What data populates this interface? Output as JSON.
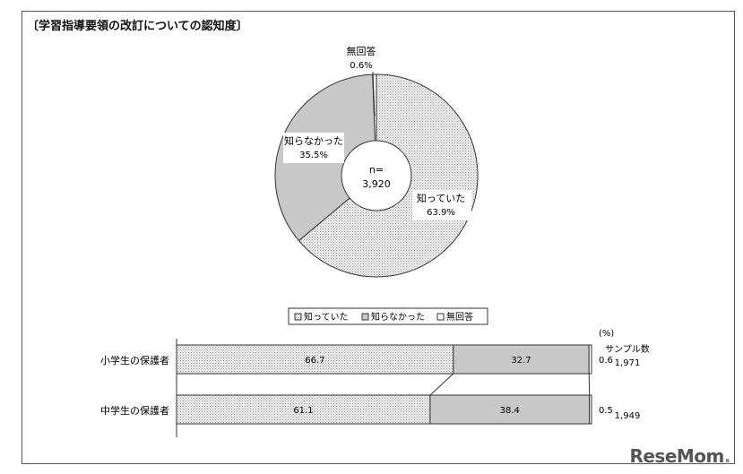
{
  "title": "〔学習指導要領の改訂についての認知度〕",
  "logo": "ReseMom",
  "chart_data": [
    {
      "type": "pie",
      "center_label": "n=",
      "center_value": "3,920",
      "slices": [
        {
          "label": "知っていた",
          "value": 63.9,
          "value_label": "63.9%",
          "pattern": "dots"
        },
        {
          "label": "知らなかった",
          "value": 35.5,
          "value_label": "35.5%",
          "pattern": "gray"
        },
        {
          "label": "無回答",
          "value": 0.6,
          "value_label": "0.6%",
          "pattern": "white"
        }
      ]
    },
    {
      "type": "bar",
      "orientation": "horizontal",
      "stacked": true,
      "unit": "(%)",
      "sample_header": "サンプル数",
      "legend": [
        "知っていた",
        "知らなかった",
        "無回答"
      ],
      "categories": [
        "小学生の保護者",
        "中学生の保護者"
      ],
      "samples": [
        "1,971",
        "1,949"
      ],
      "series": [
        {
          "name": "知っていた",
          "values": [
            66.7,
            61.1
          ],
          "labels": [
            "66.7",
            "61.1"
          ]
        },
        {
          "name": "知らなかった",
          "values": [
            32.7,
            38.4
          ],
          "labels": [
            "32.7",
            "38.4"
          ]
        },
        {
          "name": "無回答",
          "values": [
            0.6,
            0.5
          ],
          "labels": [
            "0.6",
            "0.5"
          ]
        }
      ]
    }
  ]
}
